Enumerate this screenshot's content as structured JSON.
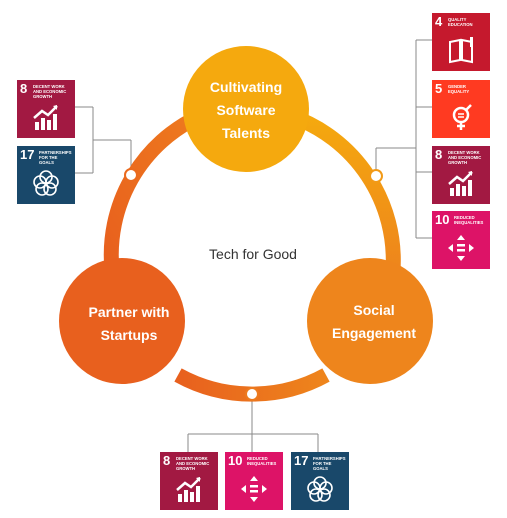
{
  "center": {
    "label": "Tech for Good"
  },
  "nodes": {
    "top": {
      "lines": [
        "Cultivating",
        "Software",
        "Talents"
      ],
      "color": "#F5A90E"
    },
    "left": {
      "lines": [
        "Partner with",
        "Startups"
      ],
      "color": "#E8601E"
    },
    "right": {
      "lines": [
        "Social",
        "Engagement"
      ],
      "color": "#EE851C"
    }
  },
  "sdg": {
    "top_right": [
      {
        "number": "4",
        "text": "Quality Education",
        "color": "#C5192D",
        "icon": "book-icon"
      },
      {
        "number": "5",
        "text": "Gender Equality",
        "color": "#FF3A21",
        "icon": "gender-equality-icon"
      },
      {
        "number": "8",
        "text": "Decent Work and Economic Growth",
        "color": "#A21942",
        "icon": "growth-chart-icon"
      },
      {
        "number": "10",
        "text": "Reduced Inequalities",
        "color": "#DD1367",
        "icon": "reduced-inequality-icon"
      }
    ],
    "left": [
      {
        "number": "8",
        "text": "Decent Work and Economic Growth",
        "color": "#A21942",
        "icon": "growth-chart-icon"
      },
      {
        "number": "17",
        "text": "Partnerships for the Goals",
        "color": "#19486A",
        "icon": "partnership-rings-icon"
      }
    ],
    "bottom": [
      {
        "number": "8",
        "text": "Decent Work and Economic Growth",
        "color": "#A21942",
        "icon": "growth-chart-icon"
      },
      {
        "number": "10",
        "text": "Reduced Inequalities",
        "color": "#DD1367",
        "icon": "reduced-inequality-icon"
      },
      {
        "number": "17",
        "text": "Partnerships for the Goals",
        "color": "#19486A",
        "icon": "partnership-rings-icon"
      }
    ]
  }
}
